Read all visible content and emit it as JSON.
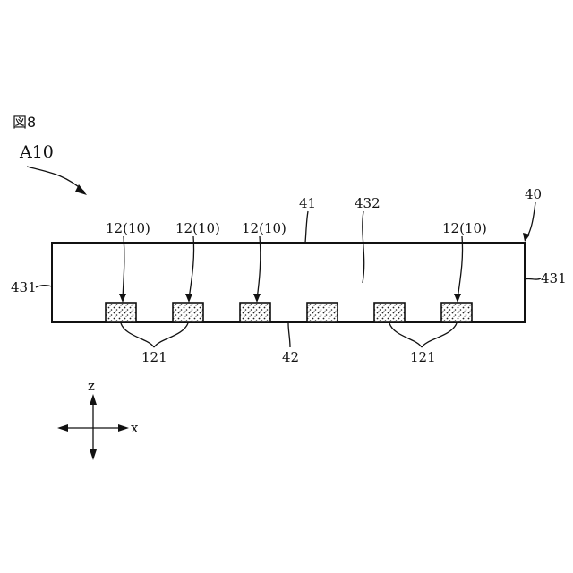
{
  "figure": {
    "number": "図8",
    "assembly_ref": "A10"
  },
  "labels": {
    "package_ref": "40",
    "top_surface_ref": "41",
    "bottom_surface_ref": "42",
    "inner_region_ref": "432",
    "side_left_ref": "431",
    "side_right_ref": "431",
    "element_ref": "12(10)",
    "bottom_face_ref": "121"
  },
  "axes": {
    "vertical": "z",
    "horizontal": "x"
  }
}
